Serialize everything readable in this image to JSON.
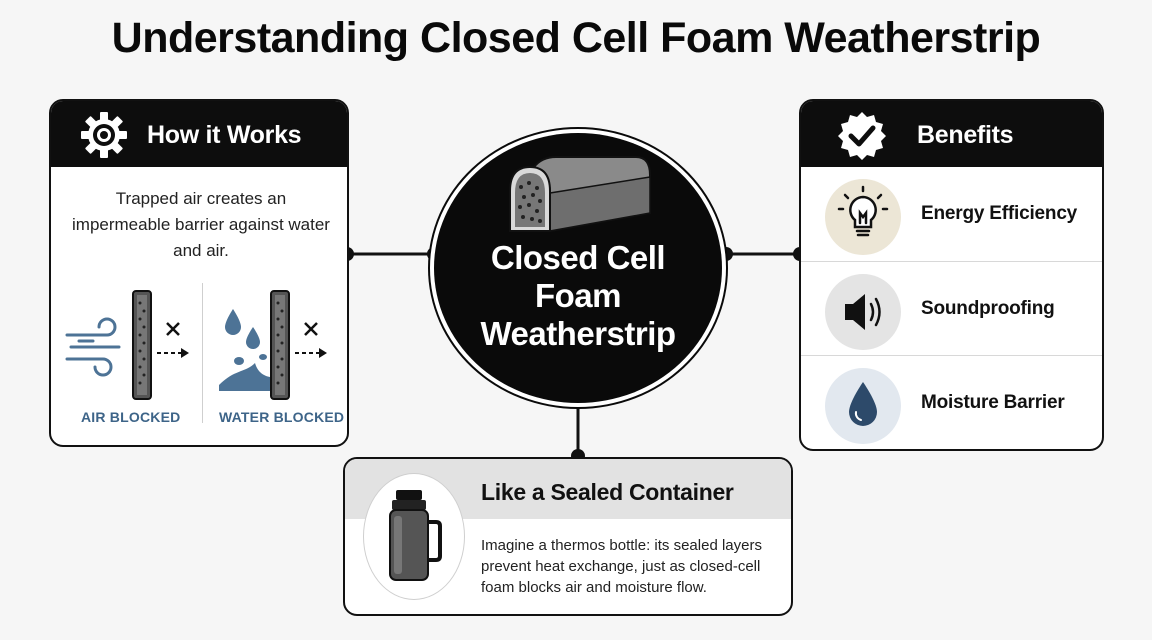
{
  "title": "Understanding Closed Cell Foam Weatherstrip",
  "hub": {
    "line1": "Closed Cell",
    "line2": "Foam",
    "line3": "Weatherstrip"
  },
  "how_it_works": {
    "header": "How it Works",
    "icon": "gear-icon",
    "description": "Trapped air creates an impermeable barrier against water and air.",
    "air_label": "AIR BLOCKED",
    "water_label": "WATER BLOCKED",
    "blocked_mark": "✕"
  },
  "benefits": {
    "header": "Benefits",
    "icon": "badge-check-icon",
    "items": [
      {
        "label": "Energy Efficiency",
        "icon": "lightbulb-icon",
        "bg": "#ece6d6"
      },
      {
        "label": "Soundproofing",
        "icon": "speaker-icon",
        "bg": "#e4e4e4"
      },
      {
        "label": "Moisture Barrier",
        "icon": "water-drop-icon",
        "bg": "#e2e8ef"
      }
    ]
  },
  "container": {
    "title": "Like a Sealed Container",
    "icon": "thermos-icon",
    "description": "Imagine a thermos bottle: its sealed layers prevent heat exchange, just as closed-cell foam blocks air and moisture flow."
  },
  "colors": {
    "dark": "#0d0d0d",
    "blocked_label": "#3d6488",
    "water": "#4d7396"
  }
}
